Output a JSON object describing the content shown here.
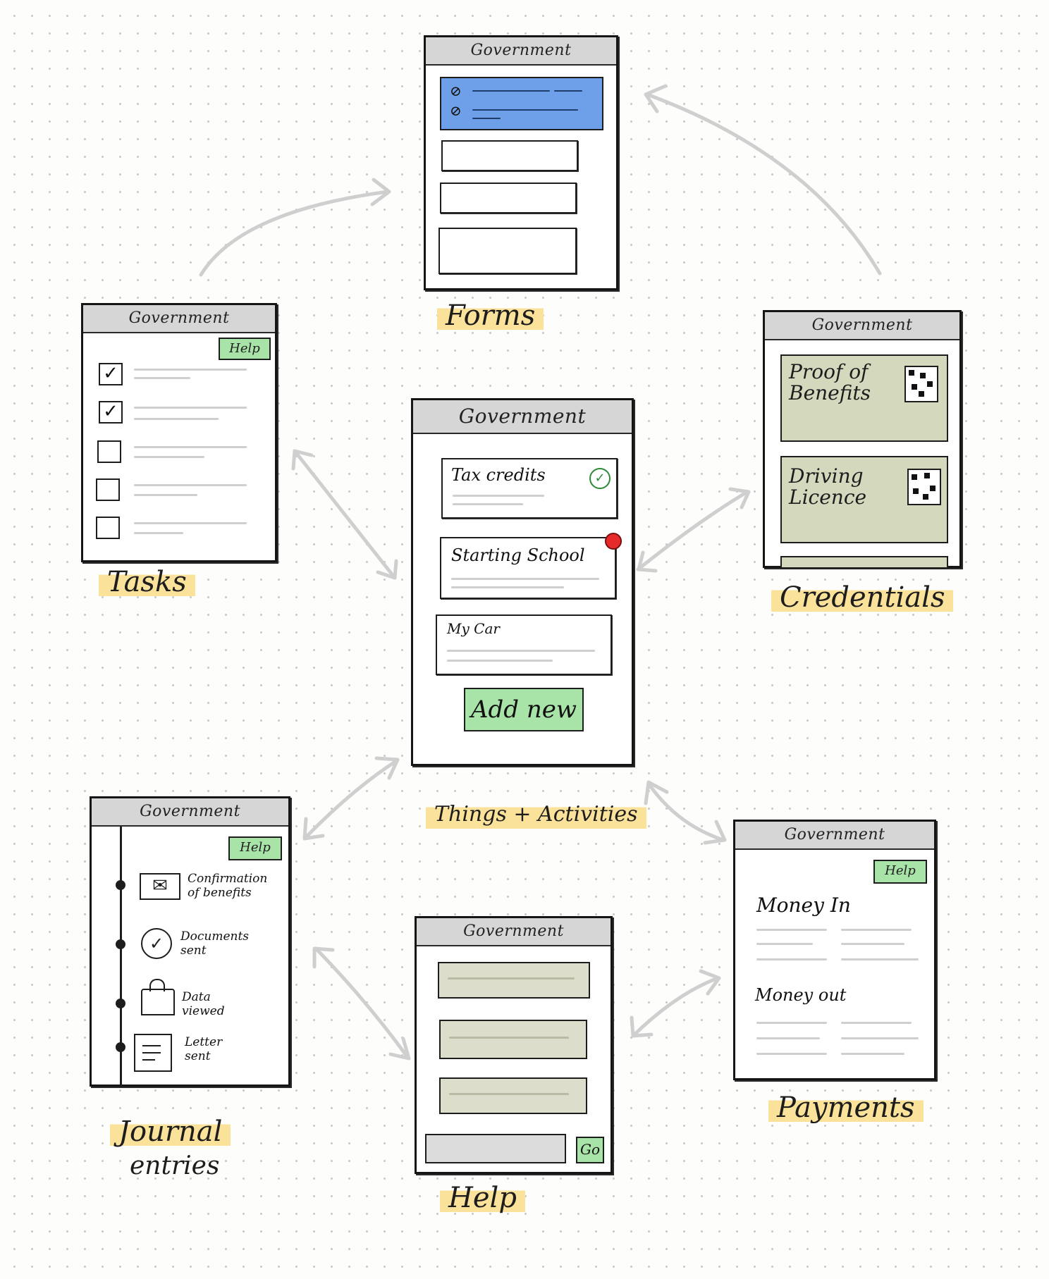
{
  "header_label": "Government",
  "forms": {
    "caption": "Forms"
  },
  "tasks": {
    "caption": "Tasks",
    "help_label": "Help"
  },
  "credentials": {
    "caption": "Credentials",
    "cards": [
      {
        "title": "Proof of Benefits"
      },
      {
        "title": "Driving Licence"
      }
    ]
  },
  "center": {
    "caption": "Things + Activities",
    "cards": [
      {
        "title": "Tax credits",
        "status": "done"
      },
      {
        "title": "Starting School",
        "status": "alert"
      },
      {
        "title": "My Car",
        "status": "none"
      }
    ],
    "add_label": "Add new"
  },
  "journal": {
    "caption": "Journal",
    "caption2": "entries",
    "help_label": "Help",
    "entries": [
      {
        "icon": "envelope-icon",
        "text": "Confirmation of benefits"
      },
      {
        "icon": "check-circle-icon",
        "text": "Documents sent"
      },
      {
        "icon": "padlock-icon",
        "text": "Data viewed"
      },
      {
        "icon": "letter-icon",
        "text": "Letter sent"
      }
    ]
  },
  "help": {
    "caption": "Help",
    "go_label": "Go"
  },
  "payments": {
    "caption": "Payments",
    "help_label": "Help",
    "money_in": "Money In",
    "money_out": "Money out"
  },
  "colors": {
    "highlight": "#fbe29b",
    "forms_selected": "#6da0e8",
    "green_button": "#a8e3a8",
    "credential_card": "#d4d8bd",
    "alert": "#e62a2a",
    "arrow": "#cfcfcf"
  }
}
